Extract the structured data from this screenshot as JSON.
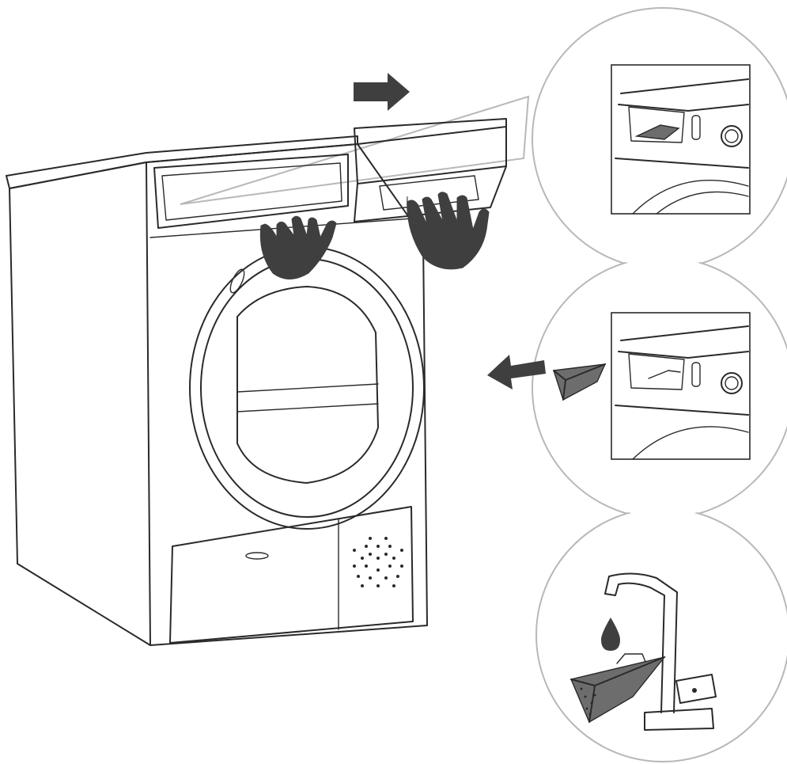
{
  "figure": {
    "background": "#ffffff",
    "line_color": "#2a2a2a",
    "fill_dark": "#3f3f3f",
    "bubble_outline": "#b8b8b8",
    "steps": [
      {
        "name": "pull-out-drawer",
        "icon": "arrow-right-icon"
      },
      {
        "name": "remove-filter",
        "icon": "arrow-left-icon"
      },
      {
        "name": "rinse-filter",
        "icon": "water-drop-icon"
      }
    ]
  }
}
